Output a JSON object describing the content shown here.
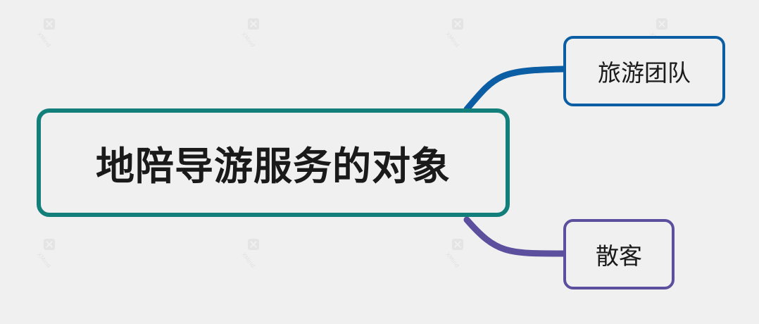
{
  "watermark": {
    "text": "XMind"
  },
  "mindmap": {
    "root": {
      "label": "地陪导游服务的对象",
      "color": "#137f7a"
    },
    "children": [
      {
        "label": "旅游团队",
        "color": "#0b5da4"
      },
      {
        "label": "散客",
        "color": "#5b4f9e"
      }
    ]
  }
}
